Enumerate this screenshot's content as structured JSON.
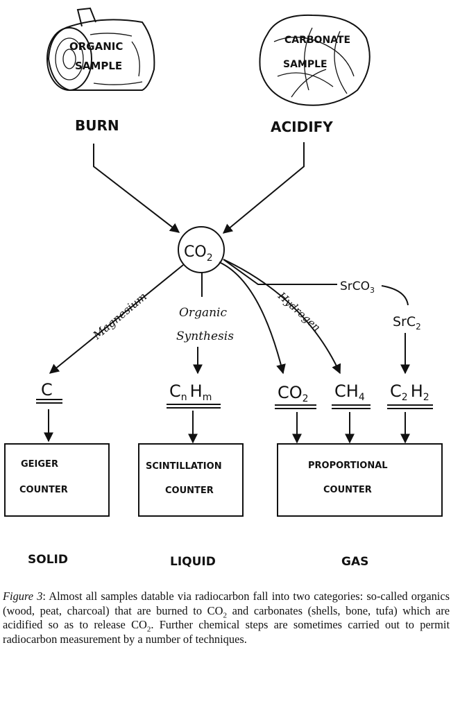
{
  "samples": {
    "organic": {
      "line1": "ORGANIC",
      "line2": "SAMPLE"
    },
    "carbonate": {
      "line1": "CARBONATE",
      "line2": "SAMPLE"
    }
  },
  "steps": {
    "burn": "BURN",
    "acidify": "ACIDIFY"
  },
  "center": {
    "symbol": "CO",
    "sub": "2"
  },
  "paths": {
    "magnesium": "Magnesium",
    "organic_synthesis": {
      "line1": "Organic",
      "line2": "Synthesis"
    },
    "hydrogen": "Hydrogen",
    "srco3": {
      "symbol": "SrCO",
      "sub": "3"
    },
    "src2": {
      "symbol": "SrC",
      "sub": "2"
    }
  },
  "products": {
    "c": "C",
    "cnhm": {
      "a": "C",
      "a_sub": "n",
      "b": "H",
      "b_sub": "m"
    },
    "co2": {
      "symbol": "CO",
      "sub": "2"
    },
    "ch4": {
      "symbol": "CH",
      "sub": "4"
    },
    "c2h2": {
      "a": "C",
      "a_sub": "2",
      "b": "H",
      "b_sub": "2"
    }
  },
  "counters": {
    "geiger": {
      "line1": "GEIGER",
      "line2": "COUNTER"
    },
    "scintillation": {
      "line1": "SCINTILLATION",
      "line2": "COUNTER"
    },
    "proportional": {
      "line1": "PROPORTIONAL",
      "line2": "COUNTER"
    }
  },
  "phases": {
    "solid": "SOLID",
    "liquid": "LIQUID",
    "gas": "GAS"
  },
  "caption": {
    "label": "Figure 3",
    "p1": ": Almost all samples datable via radiocarbon fall into two categories: so-called organics (wood, peat, charcoal) that are burned to CO",
    "sub1": "2",
    "p2": " and carbonates (shells, bone, tufa) which are acidified so as to release CO",
    "sub2": "2",
    "p3": ". Further chemical steps are sometimes carried out to permit radiocarbon measurement by a number of techniques."
  }
}
